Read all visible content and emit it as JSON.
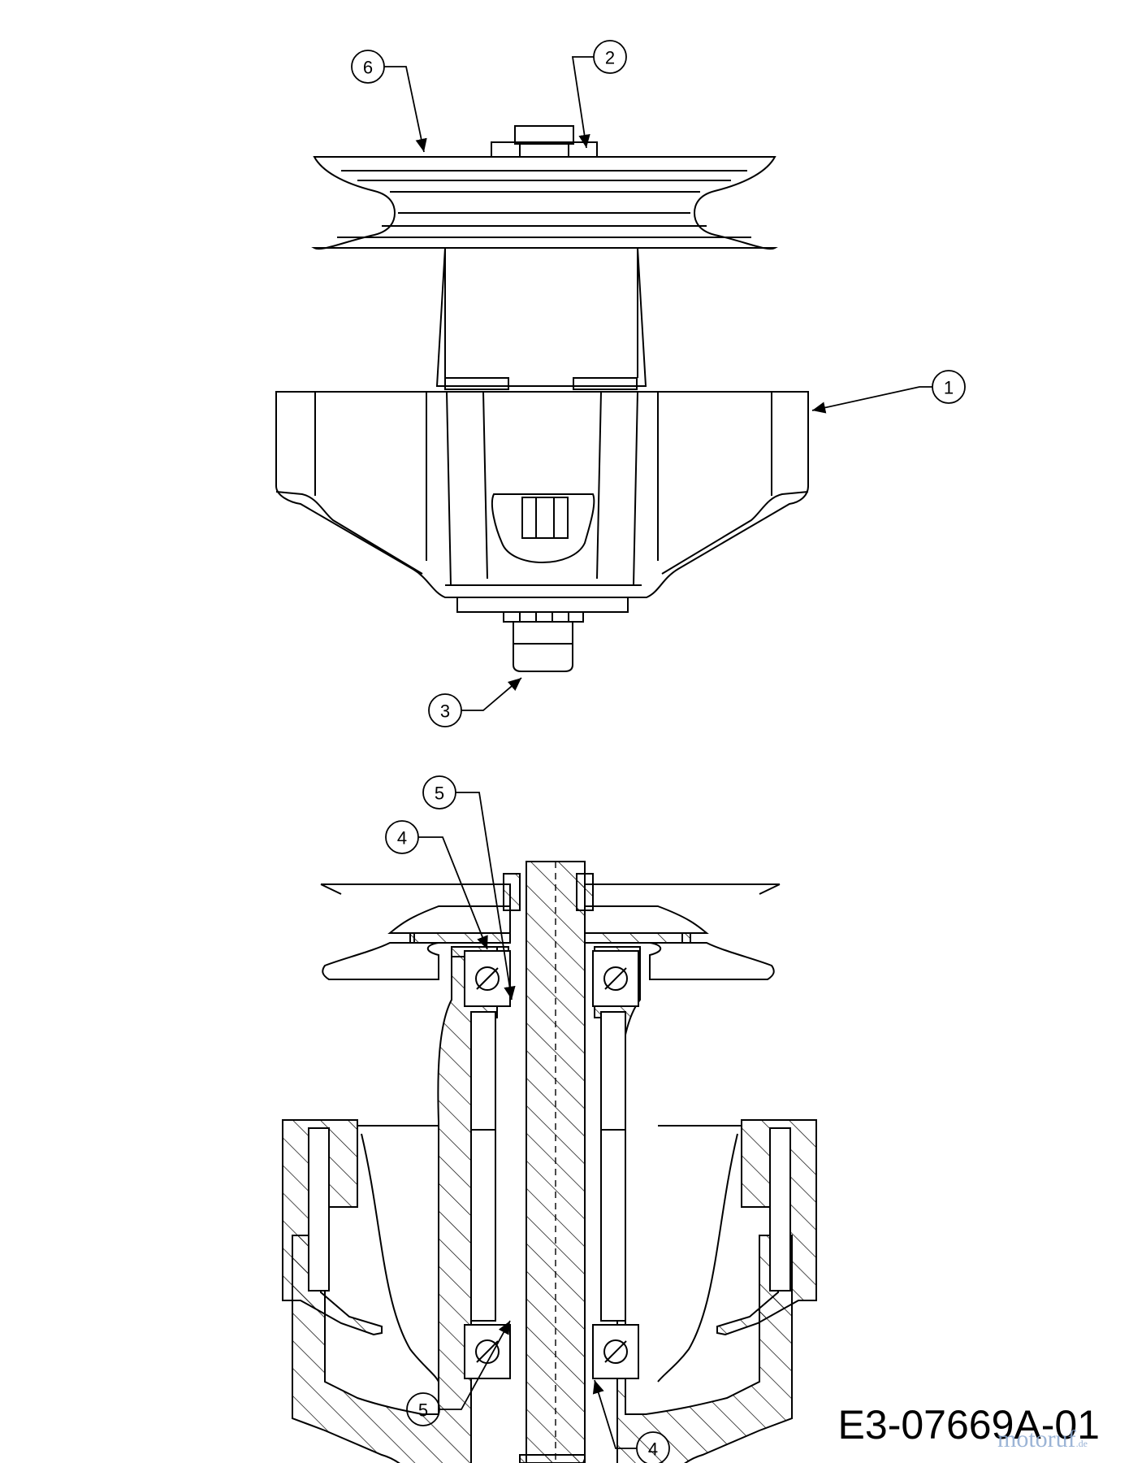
{
  "callouts": {
    "c1": "1",
    "c2": "2",
    "c3": "3",
    "c4a": "4",
    "c4b": "4",
    "c5a": "5",
    "c5b": "5",
    "c6": "6"
  },
  "drawing_number": "E3-07669A-01",
  "watermark": {
    "brand": "motoruf",
    "suffix": ".de"
  },
  "colors": {
    "line": "#000000",
    "background": "#ffffff",
    "watermark": "#8aa7cf"
  }
}
